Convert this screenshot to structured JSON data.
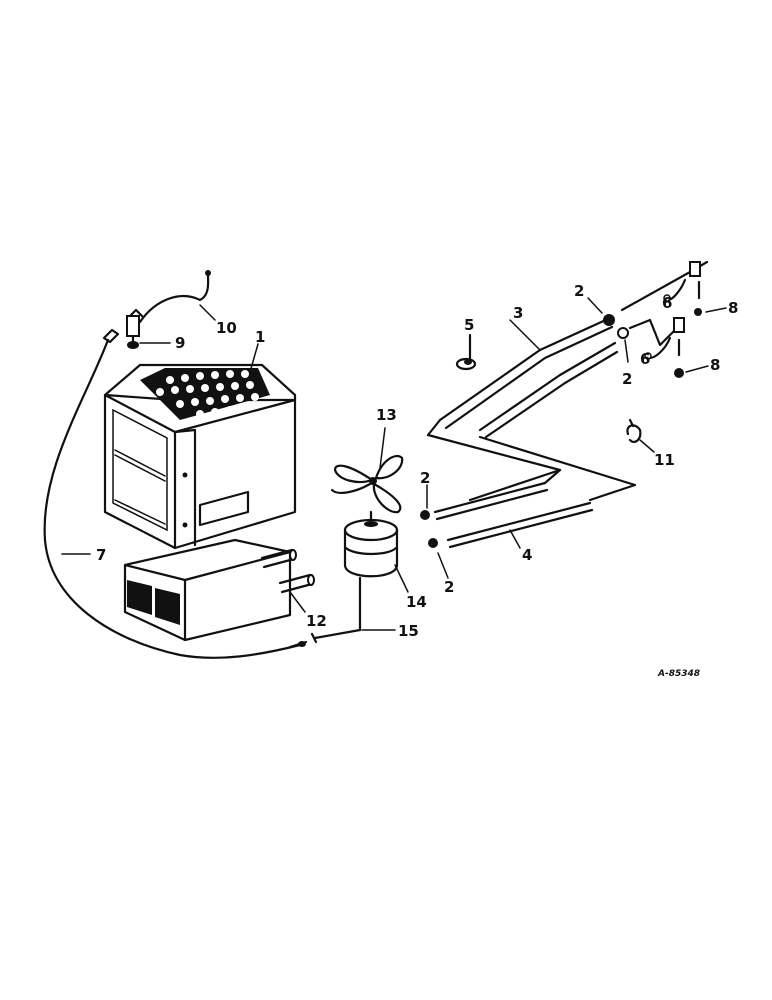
{
  "diagram": {
    "reference_code": "A-85348",
    "callouts": {
      "heater_housing": "1",
      "washer_a": "2",
      "washer_b": "2",
      "washer_c": "2",
      "washer_d": "2",
      "hose_upper": "3",
      "hose_lower": "4",
      "clip": "5",
      "valve_a": "6",
      "valve_b": "6",
      "cable": "7",
      "nut_a": "8",
      "nut_b": "8",
      "switch": "9",
      "switch_wire": "10",
      "hose_clamp": "11",
      "heater_core": "12",
      "fan_blade": "13",
      "motor": "14",
      "motor_lead": "15"
    }
  }
}
